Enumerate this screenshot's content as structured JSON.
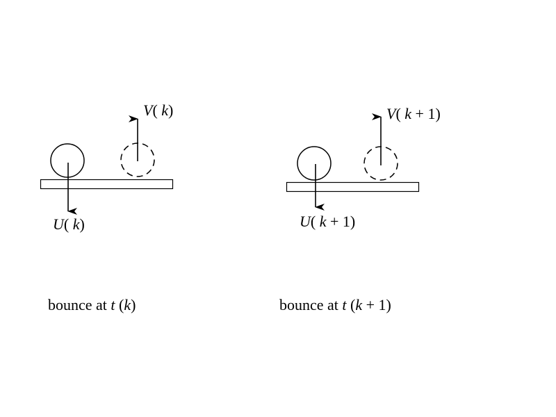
{
  "panels": [
    {
      "v_label": {
        "sym": "V",
        "open": "( ",
        "var": "k",
        "rest": ")"
      },
      "u_label": {
        "sym": "U",
        "open": "( ",
        "var": "k",
        "rest": ")"
      },
      "caption": {
        "text": "bounce at ",
        "t": "t",
        "open": " (",
        "var": "k",
        "rest": ")"
      }
    },
    {
      "v_label": {
        "sym": "V",
        "open": "( ",
        "var": "k",
        "rest": " + 1)"
      },
      "u_label": {
        "sym": "U",
        "open": "( ",
        "var": "k",
        "rest": " + 1)"
      },
      "caption": {
        "text": "bounce at ",
        "t": "t",
        "open": " (",
        "var": "k",
        "rest": " + 1)"
      }
    }
  ]
}
